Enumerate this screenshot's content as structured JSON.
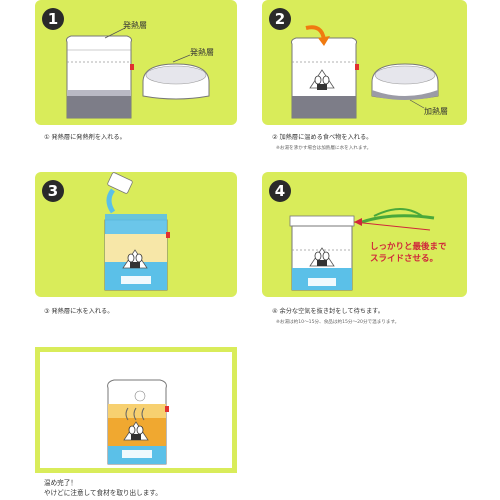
{
  "steps": [
    {
      "number": "1",
      "caption": "① 発熱層に発熱剤を入れる。",
      "labels": [
        "発熱層",
        "発熱層"
      ]
    },
    {
      "number": "2",
      "caption": "② 加熱層に温める食べ物を入れる。",
      "note": "※お湯を沸かす場合は加熱層に水を入れます。",
      "labels": [
        "加熱層"
      ]
    },
    {
      "number": "3",
      "caption": "③ 発熱層に水を入れる。"
    },
    {
      "number": "4",
      "caption": "④ 余分な空気を抜き封をして待ちます。",
      "note": "※お湯は約10～15分、食品は約15分～20分で温まります。",
      "callout": [
        "しっかりと最後まで",
        "スライドさせる。"
      ]
    }
  ],
  "final": {
    "line1": "温め完了！",
    "line2": "やけどに注意して食材を取り出します。"
  },
  "colors": {
    "panel": "#d9ec5a",
    "number_bg": "#2a2a2a",
    "accent_red": "#d0263a",
    "water": "#5bc0e8",
    "heat": "#f0a830"
  },
  "icons": [
    "pouch-icon",
    "container-icon",
    "onigiri-icon",
    "arrow-icon",
    "water-cup-icon",
    "zipper-slider-icon",
    "steam-icon"
  ]
}
